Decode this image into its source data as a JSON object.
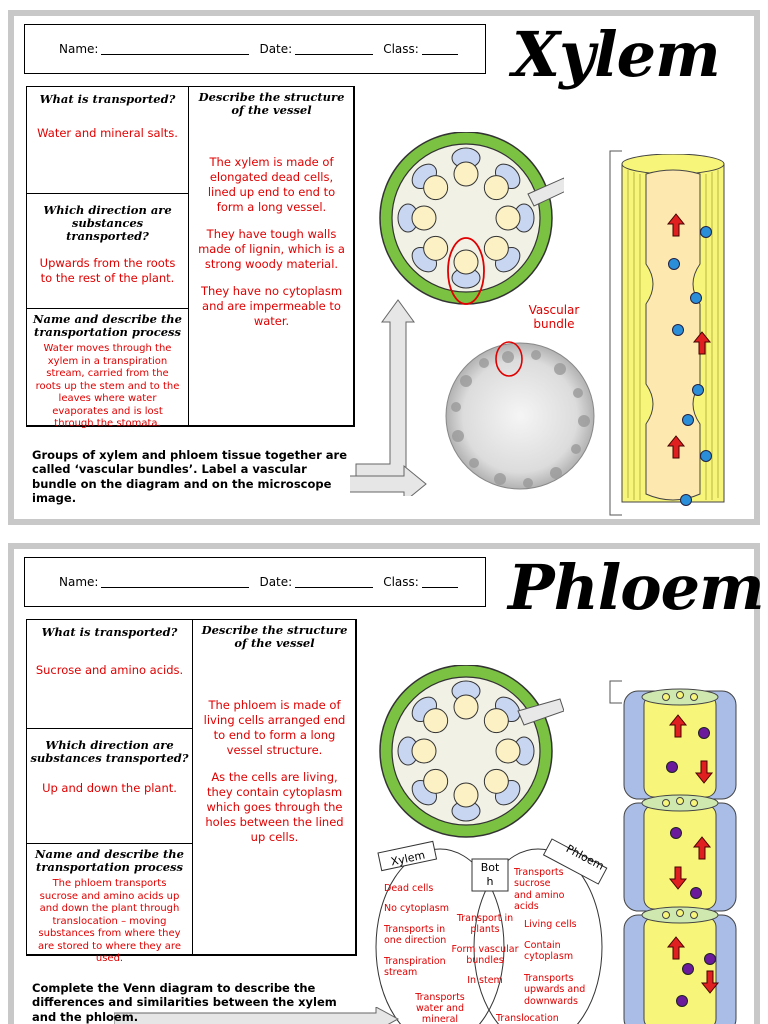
{
  "xylem": {
    "title": "Xylem",
    "header": {
      "name_label": "Name:",
      "date_label": "Date:",
      "class_label": "Class:"
    },
    "q1": {
      "heading": "What is transported?",
      "answer": "Water and mineral salts."
    },
    "q2": {
      "heading": "Which direction are substances transported?",
      "answer": "Upwards from the roots to the rest of the plant."
    },
    "q3": {
      "heading": "Name and describe the transportation process",
      "answer": "Water moves through the xylem in a transpiration stream, carried from the roots up the stem and to the leaves where water evaporates and is lost through the stomata."
    },
    "q4": {
      "heading": "Describe the structure of the vessel",
      "answer_1": "The xylem is made of elongated dead cells, lined up end to end to form a long vessel.",
      "answer_2": "They have tough walls made of lignin, which is a strong woody material.",
      "answer_3": "They have no cytoplasm and are impermeable to water."
    },
    "vascular_label": "Vascular bundle",
    "instruction": "Groups of xylem and phloem tissue together are called ‘vascular bundles’. Label a vascular bundle on the diagram and on the microscope image."
  },
  "phloem": {
    "title": "Phloem",
    "header": {
      "name_label": "Name:",
      "date_label": "Date:",
      "class_label": "Class:"
    },
    "q1": {
      "heading": "What is transported?",
      "answer": "Sucrose and amino acids."
    },
    "q2": {
      "heading": "Which direction are substances transported?",
      "answer": "Up and down the plant."
    },
    "q3": {
      "heading": "Name and describe the transportation process",
      "answer": "The phloem transports sucrose and amino acids up and down the plant through translocation – moving substances from where they are stored to where they are used."
    },
    "q4": {
      "heading": "Describe the structure of the vessel",
      "answer_1": "The phloem is made of living cells arranged end to end to form a long vessel structure.",
      "answer_2": "As the cells are living, they contain cytoplasm which goes through the holes between the lined up cells."
    },
    "venn": {
      "label_xylem": "Xylem",
      "label_both_1": "Bot",
      "label_both_2": "h",
      "label_phloem": "Phloem",
      "xylem_items": [
        "Dead cells",
        "No cytoplasm",
        "Transports in one direction",
        "Transpiration stream",
        "Transports water and mineral salts"
      ],
      "both_items": [
        "Transport in plants",
        "Form vascular bundles",
        "In stem"
      ],
      "phloem_items": [
        "Transports sucrose and amino acids",
        "Living cells",
        "Contain cytoplasm",
        "Transports upwards and downwards",
        "Translocation"
      ]
    },
    "instruction": "Complete the Venn diagram to describe the differences and similarities between the xylem and the phloem."
  },
  "colors": {
    "answer_red": "#e00000",
    "stem_green": "#7cc242",
    "xylem_yellow": "#f7f57a",
    "cell_orange": "#fde8b0",
    "phloem_blue": "#a9bde6",
    "phloem_green": "#cfe8b0",
    "border_grey": "#c8c8c8"
  }
}
